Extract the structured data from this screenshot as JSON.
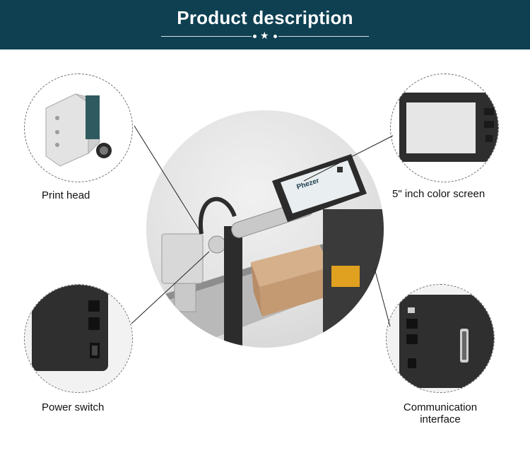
{
  "header": {
    "title": "Product description",
    "background": "#0e4052"
  },
  "callouts": [
    {
      "id": "print-head",
      "label": "Print head"
    },
    {
      "id": "color-screen",
      "label": "5\" inch color screen"
    },
    {
      "id": "power-switch",
      "label": "Power switch"
    },
    {
      "id": "communication-interface",
      "label_line1": "Communication",
      "label_line2": "interface"
    }
  ],
  "brand": {
    "logo_text": "Phezer"
  }
}
